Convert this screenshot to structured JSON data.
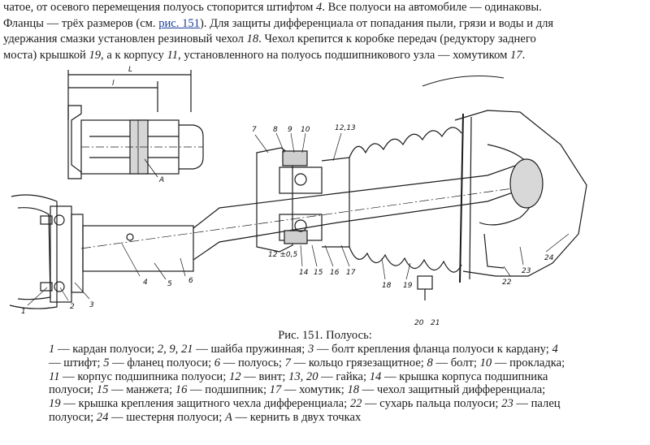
{
  "intro": {
    "l1_a": "чатое, от осевого перемещения полуось стопорится штифтом ",
    "l1_n1": "4",
    "l1_b": ". Все полуоси на автомобиле — одинаковы.",
    "l2_a": "Фланцы — трёх размеров (см. ",
    "l2_link": "рис. 151",
    "l2_b": "). Для защиты дифференциала от попадания пыли, грязи и воды и для",
    "l3_a": "удержания смазки установлен резиновый чехол ",
    "l3_n1": "18",
    "l3_b": ". Чехол крепится к коробке передач (редуктору заднего",
    "l4_a": "моста) крышкой ",
    "l4_n1": "19",
    "l4_b": ", а к корпусу ",
    "l4_n2": "11",
    "l4_c": ", установленного на полуось подшипникового узла — хомутиком ",
    "l4_n3": "17",
    "l4_d": "."
  },
  "figure": {
    "dim_L": "L",
    "dim_l": "l",
    "label_A": "A",
    "dim_12": "12 ±0,5",
    "callouts": [
      "1",
      "2",
      "3",
      "4",
      "5",
      "6",
      "7",
      "8",
      "9",
      "10",
      "12,13",
      "14",
      "15",
      "16",
      "17",
      "18",
      "19",
      "20",
      "21",
      "22",
      "23",
      "24"
    ]
  },
  "caption": {
    "title": "Рис. 151. Полуось:",
    "c1_n1": "1",
    "c1_t1": " — кардан полуоси; ",
    "c1_n2": "2, 9, 21",
    "c1_t2": " — шайба пружинная; ",
    "c1_n3": "3",
    "c1_t3": " — болт крепления фланца полуоси к кардану; ",
    "c1_n4": "4",
    "c2_t0": "— штифт; ",
    "c2_n1": "5",
    "c2_t1": " — фланец полуоси; ",
    "c2_n2": "6",
    "c2_t2": " — полуось; ",
    "c2_n3": "7",
    "c2_t3": " — кольцо грязезащитное; ",
    "c2_n4": "8",
    "c2_t4": " — болт; ",
    "c2_n5": "10",
    "c2_t5": " — прокладка;",
    "c3_n1": "11",
    "c3_t1": " — корпус подшипника полуоси; ",
    "c3_n2": "12",
    "c3_t2": " — винт; ",
    "c3_n3": "13, 20",
    "c3_t3": " — гайка; ",
    "c3_n4": "14",
    "c3_t4": " — крышка корпуса подшипника",
    "c4_t0": "полуоси; ",
    "c4_n1": "15",
    "c4_t1": " — манжета; ",
    "c4_n2": "16",
    "c4_t2": " — подшипник; ",
    "c4_n3": "17",
    "c4_t3": " — хомутик; ",
    "c4_n4": "18",
    "c4_t4": " — чехол защитный дифференциала;",
    "c5_n1": "19",
    "c5_t1": " — крышка крепления защитного чехла дифференциала; ",
    "c5_n2": "22",
    "c5_t2": " — сухарь пальца полуоси; ",
    "c5_n3": "23",
    "c5_t3": " — палец",
    "c6_t0": "полуоси; ",
    "c6_n1": "24",
    "c6_t1": " — шестерня полуоси; ",
    "c6_n2": "А",
    "c6_t2": " — кернить в двух точках"
  }
}
